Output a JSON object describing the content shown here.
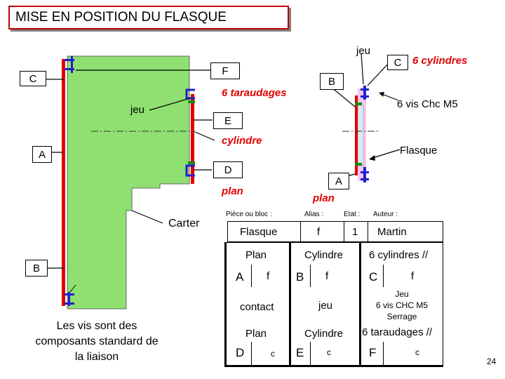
{
  "title": "MISE EN POSITION DU FLASQUE",
  "labels": {
    "jeu_top": "jeu",
    "jeu_left": "jeu",
    "c_top": "C",
    "six_cylindres": "6 cylindres",
    "c_left": "C",
    "f": "F",
    "b": "B",
    "six_taraudages": "6 taraudages",
    "six_vis": "6 vis Chc M5",
    "e": "E",
    "cylindre": "cylindre",
    "flasque": "Flasque",
    "a_left": "A",
    "d": "D",
    "a_right": "A",
    "plan_1": "plan",
    "plan_2": "plan",
    "carter": "Carter",
    "b_left": "B",
    "note": "Les vis sont des composants standard de la liaison"
  },
  "table": {
    "headers": {
      "piece": "Pièce ou bloc :",
      "alias": "Alias :",
      "etat": "Etat :",
      "auteur": "Auteur :"
    },
    "row": {
      "piece": "Flasque",
      "alias": "f",
      "etat": "1",
      "auteur": "Martin"
    },
    "col1": {
      "top_label": "Plan",
      "top_left": "A",
      "top_right": "f",
      "mid_label": "contact",
      "bot_label": "Plan",
      "bot_left": "D",
      "bot_right": "c"
    },
    "col2": {
      "top_label": "Cylindre",
      "top_left": "B",
      "top_right": "f",
      "mid_label": "jeu",
      "bot_label": "Cylindre",
      "bot_left": "E",
      "bot_right": "c"
    },
    "col3": {
      "top_label": "6 cylindres //",
      "top_left": "C",
      "top_right": "f",
      "mid_line1": "Jeu",
      "mid_line2": "6 vis CHC M5",
      "mid_line3": "Serrage",
      "bot_label": "6 taraudages //",
      "bot_left": "F",
      "bot_right": "c"
    }
  },
  "page_number": "24",
  "colors": {
    "green": "#8fe070",
    "red": "#e00000",
    "blue": "#1010c0",
    "pink": "#f0a0e0",
    "lightblue": "#c8e0f0"
  }
}
